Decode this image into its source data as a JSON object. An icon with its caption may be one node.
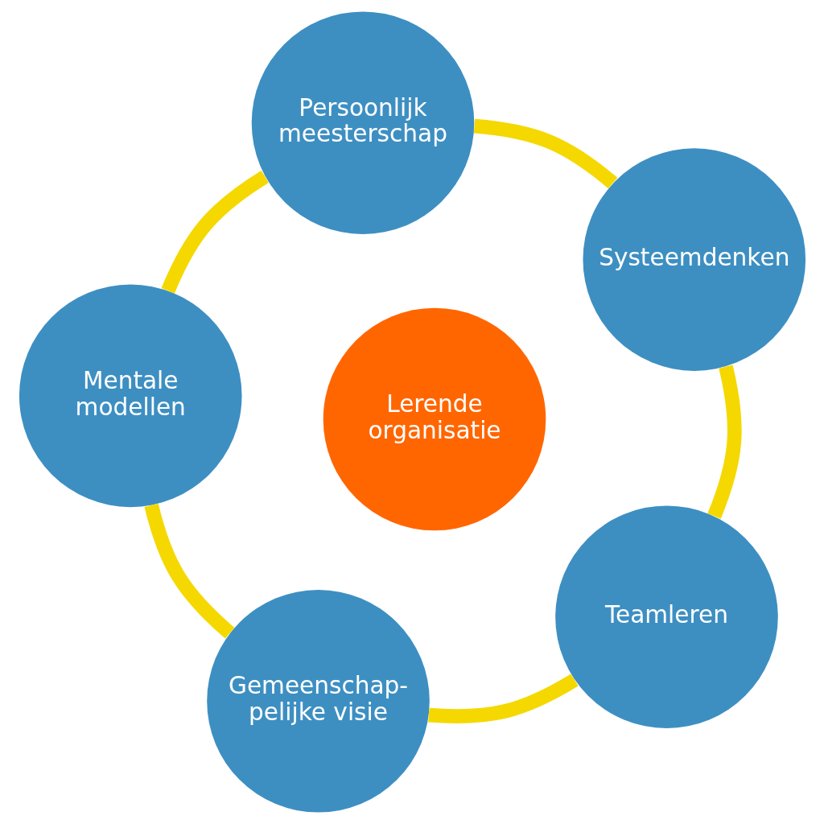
{
  "diagram": {
    "nodes": [
      {
        "text": [
          "Lerende organisatie"
        ]
      },
      {
        "text": [
          "Systeemdenken"
        ]
      },
      {
        "text": [
          "Persoonlijk meesterschap"
        ]
      },
      {
        "text": [
          "Mentale modellen"
        ]
      },
      {
        "text": [
          "Gemeenschap- pelijke visie"
        ]
      },
      {
        "text": [
          "Teamleren"
        ]
      }
    ],
    "edges": [
      {
        "from": 1,
        "to": 2,
        "arrow": "none"
      },
      {
        "from": 2,
        "to": 3,
        "arrow": "none"
      },
      {
        "from": 3,
        "to": 4,
        "arrow": "none"
      },
      {
        "from": 4,
        "to": 5,
        "arrow": "none"
      },
      {
        "from": 5,
        "to": 1,
        "arrow": "none"
      }
    ]
  }
}
